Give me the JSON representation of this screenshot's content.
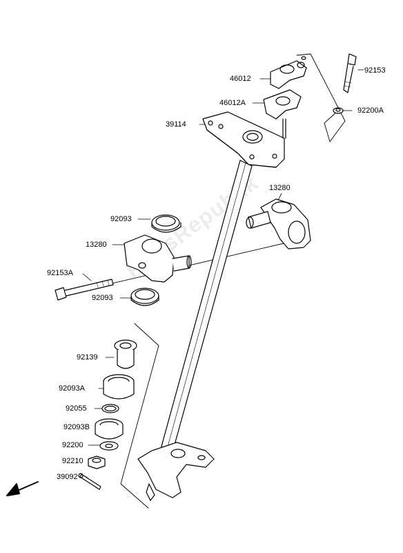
{
  "watermark": "PartsRepublik",
  "labels": {
    "p92153": "92153",
    "p46012": "46012",
    "p46012A": "46012A",
    "p92200A": "92200A",
    "p39114": "39114",
    "p13280_right": "13280",
    "p92093_upper": "92093",
    "p13280_left": "13280",
    "p92153A": "92153A",
    "p92093_lower": "92093",
    "p92139": "92139",
    "p92093A": "92093A",
    "p92055": "92055",
    "p92093B": "92093B",
    "p92200": "92200",
    "p92210": "92210",
    "p39092": "39092"
  },
  "front_arrow": "front-direction-arrow"
}
